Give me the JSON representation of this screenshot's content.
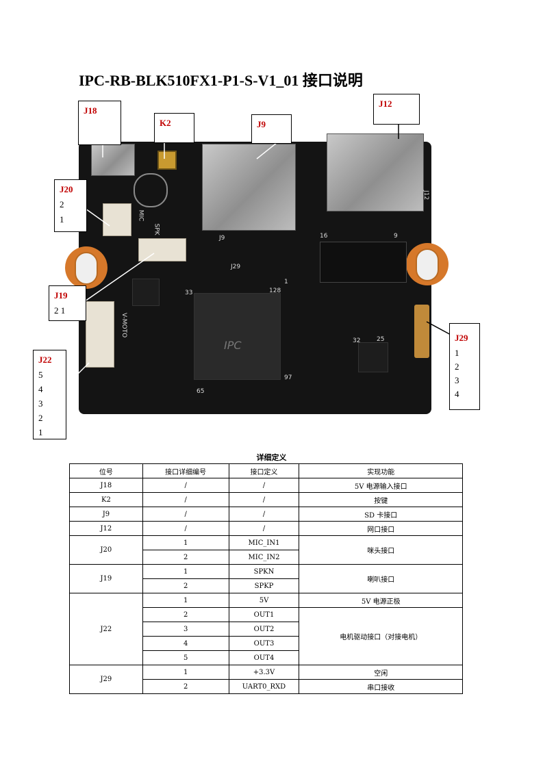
{
  "title": "IPC-RB-BLK510FX1-P1-S-V1_01 接口说明",
  "board_silkscreen": {
    "mic": "MIC",
    "spk": "SPK",
    "vmoto": "V-MOTO",
    "j9": "J9",
    "j29": "J29",
    "soc": "IPC",
    "pin_128": "128",
    "pin_33": "33",
    "pin_65": "65",
    "pin_97": "97",
    "pin_1": "1",
    "pin_16": "16",
    "pin_9": "9",
    "pin_32": "32",
    "pin_25": "25",
    "j12_silk": "J12"
  },
  "callouts": {
    "j18": {
      "label": "J18"
    },
    "k2": {
      "label": "K2"
    },
    "j9": {
      "label": "J9"
    },
    "j12": {
      "label": "J12"
    },
    "j20": {
      "label": "J20",
      "pins": [
        "2",
        "1"
      ]
    },
    "j19": {
      "label": "J19",
      "pins": "2 1"
    },
    "j22": {
      "label": "J22",
      "pins": [
        "5",
        "4",
        "3",
        "2",
        "1"
      ]
    },
    "j29": {
      "label": "J29",
      "pins": [
        "1",
        "2",
        "3",
        "4"
      ]
    }
  },
  "table": {
    "title": "详细定义",
    "headers": [
      "位号",
      "接口详细编号",
      "接口定义",
      "实现功能"
    ],
    "rows": [
      {
        "id": "J18",
        "num": "/",
        "def": "/",
        "func": "5V 电源输入接口"
      },
      {
        "id": "K2",
        "num": "/",
        "def": "/",
        "func": "按键"
      },
      {
        "id": "J9",
        "num": "/",
        "def": "/",
        "func": "SD 卡接口"
      },
      {
        "id": "J12",
        "num": "/",
        "def": "/",
        "func": "网口接口"
      }
    ],
    "j20": {
      "id": "J20",
      "pins": [
        {
          "num": "1",
          "def": "MIC_IN1"
        },
        {
          "num": "2",
          "def": "MIC_IN2"
        }
      ],
      "func": "咪头接口"
    },
    "j19": {
      "id": "J19",
      "pins": [
        {
          "num": "1",
          "def": "SPKN"
        },
        {
          "num": "2",
          "def": "SPKP"
        }
      ],
      "func": "喇叭接口"
    },
    "j22": {
      "id": "J22",
      "pin1": {
        "num": "1",
        "def": "5V",
        "func": "5V 电源正极"
      },
      "pins": [
        {
          "num": "2",
          "def": "OUT1"
        },
        {
          "num": "3",
          "def": "OUT2"
        },
        {
          "num": "4",
          "def": "OUT3"
        },
        {
          "num": "5",
          "def": "OUT4"
        }
      ],
      "func": "电机驱动接口（对接电机）"
    },
    "j29": {
      "id": "J29",
      "pins": [
        {
          "num": "1",
          "def": "+3.3V",
          "func": "空闲"
        },
        {
          "num": "2",
          "def": "UART0_RXD",
          "func": "串口接收"
        }
      ]
    }
  }
}
